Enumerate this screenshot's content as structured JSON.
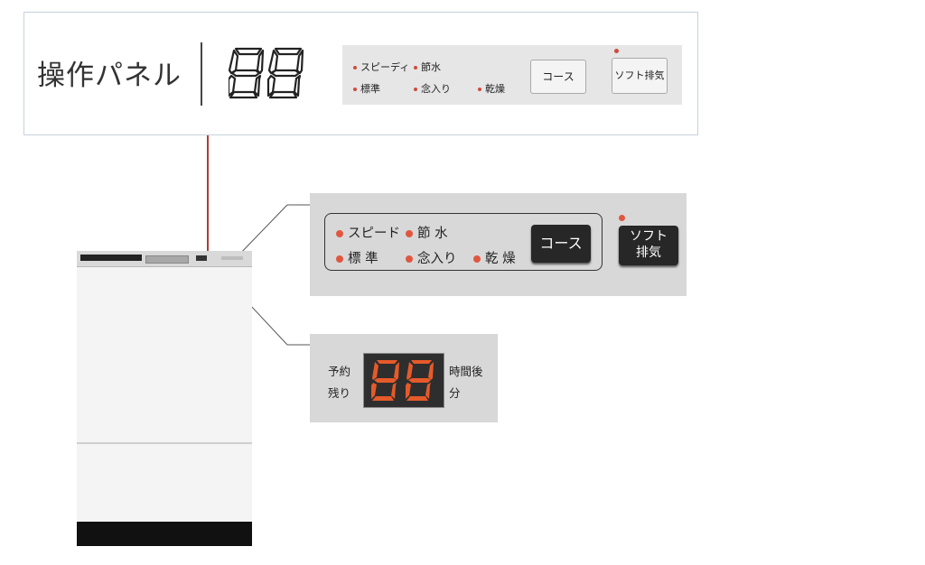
{
  "top_panel": {
    "title": "操作パネル",
    "buttons_box": {
      "indicators_row1": [
        "スピーディ",
        "節水"
      ],
      "indicators_row2": [
        "標準",
        "念入り",
        "乾燥"
      ],
      "course_button": "コース",
      "soft_exhaust_button": "ソフト排気"
    }
  },
  "buttons_zoom": {
    "indicators_row1": [
      "スピード",
      "節 水"
    ],
    "indicators_row2": [
      "標 準",
      "念入り",
      "乾 燥"
    ],
    "course_button": "コース",
    "soft_exhaust_line1": "ソフト",
    "soft_exhaust_line2": "排気"
  },
  "display_zoom": {
    "left_line1": "予約",
    "left_line2": "残り",
    "right_line1": "時間後",
    "right_line2": "分"
  },
  "colors": {
    "indicator": "#e0573f",
    "segment_lit": "#e65a2a",
    "leader_line": "#b23a3a"
  }
}
